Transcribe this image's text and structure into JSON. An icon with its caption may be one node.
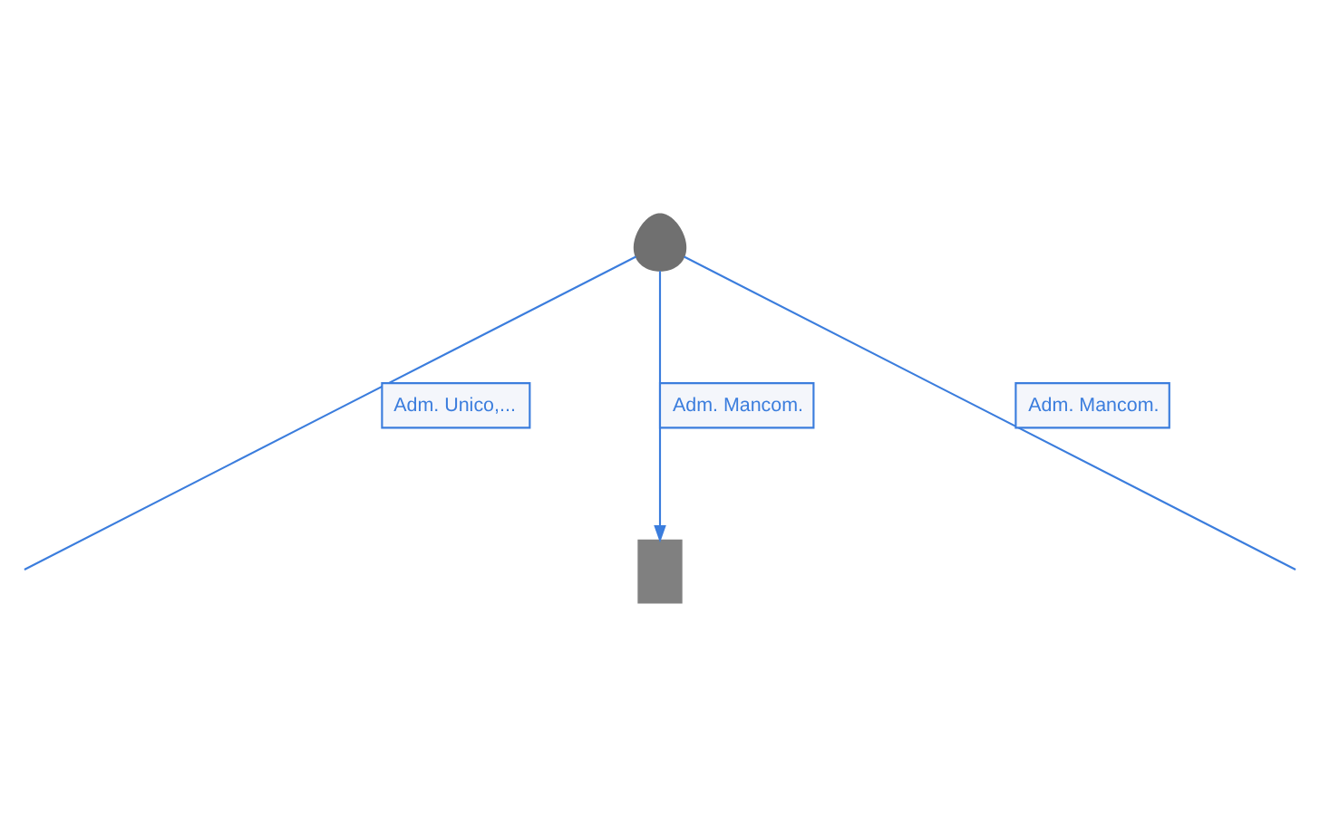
{
  "diagram": {
    "nodes": [
      {
        "text": [],
        "shape": "person"
      },
      {
        "text": [],
        "shape": "box"
      }
    ],
    "edges": [
      {
        "from": 0,
        "to": null,
        "label": "Adm. Mancom.",
        "arrow": "none"
      },
      {
        "from": 0,
        "to": null,
        "label": "Adm. Unico,...",
        "arrow": "none"
      },
      {
        "from": 0,
        "to": 1,
        "label": "Adm. Mancom.",
        "arrow": "to"
      }
    ]
  }
}
